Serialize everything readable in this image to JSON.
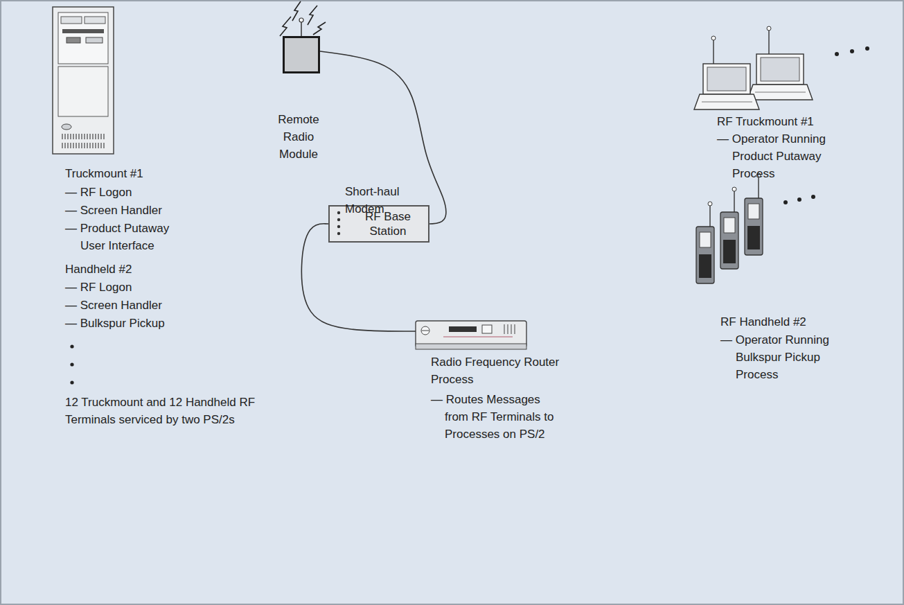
{
  "diagram": {
    "nodes": [
      {
        "text": [
          "Remote Radio Module"
        ]
      },
      {
        "text": [
          "RF Base Station"
        ]
      },
      {
        "text": [
          "Radio Frequency Router Process",
          "— Routes Messages from RF Terminals to Processes on PS/2"
        ]
      }
    ],
    "edges": [
      {
        "from": 0,
        "to": 1,
        "arrow": "none",
        "label": "Short-haul Modem"
      },
      {
        "from": 1,
        "to": 2,
        "arrow": "none"
      }
    ],
    "labels": [
      "Truckmount #1",
      "— RF Logon",
      "— Screen Handler",
      "— Product Putaway User Interface",
      "Handheld #2",
      "— RF Logon",
      "— Screen Handler",
      "— Bulkspur Pickup",
      "12 Truckmount and 12 Handheld RF Terminals serviced by two PS/2s",
      "RF Truckmount #1",
      "— Operator Running Product Putaway Process",
      "RF Handheld #2",
      "— Operator Running Bulkspur Pickup Process"
    ]
  }
}
